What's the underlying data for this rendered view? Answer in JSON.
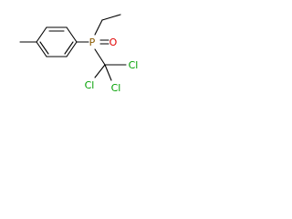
{
  "molecule": {
    "atoms": {
      "phosphorus": {
        "symbol": "P",
        "color": "#8a5a00"
      },
      "oxygen": {
        "symbol": "O",
        "color": "#e00000"
      },
      "chlorine_1": {
        "symbol": "Cl",
        "color": "#00a000"
      },
      "chlorine_2": {
        "symbol": "Cl",
        "color": "#00a000"
      },
      "chlorine_3": {
        "symbol": "Cl",
        "color": "#00a000"
      }
    }
  }
}
